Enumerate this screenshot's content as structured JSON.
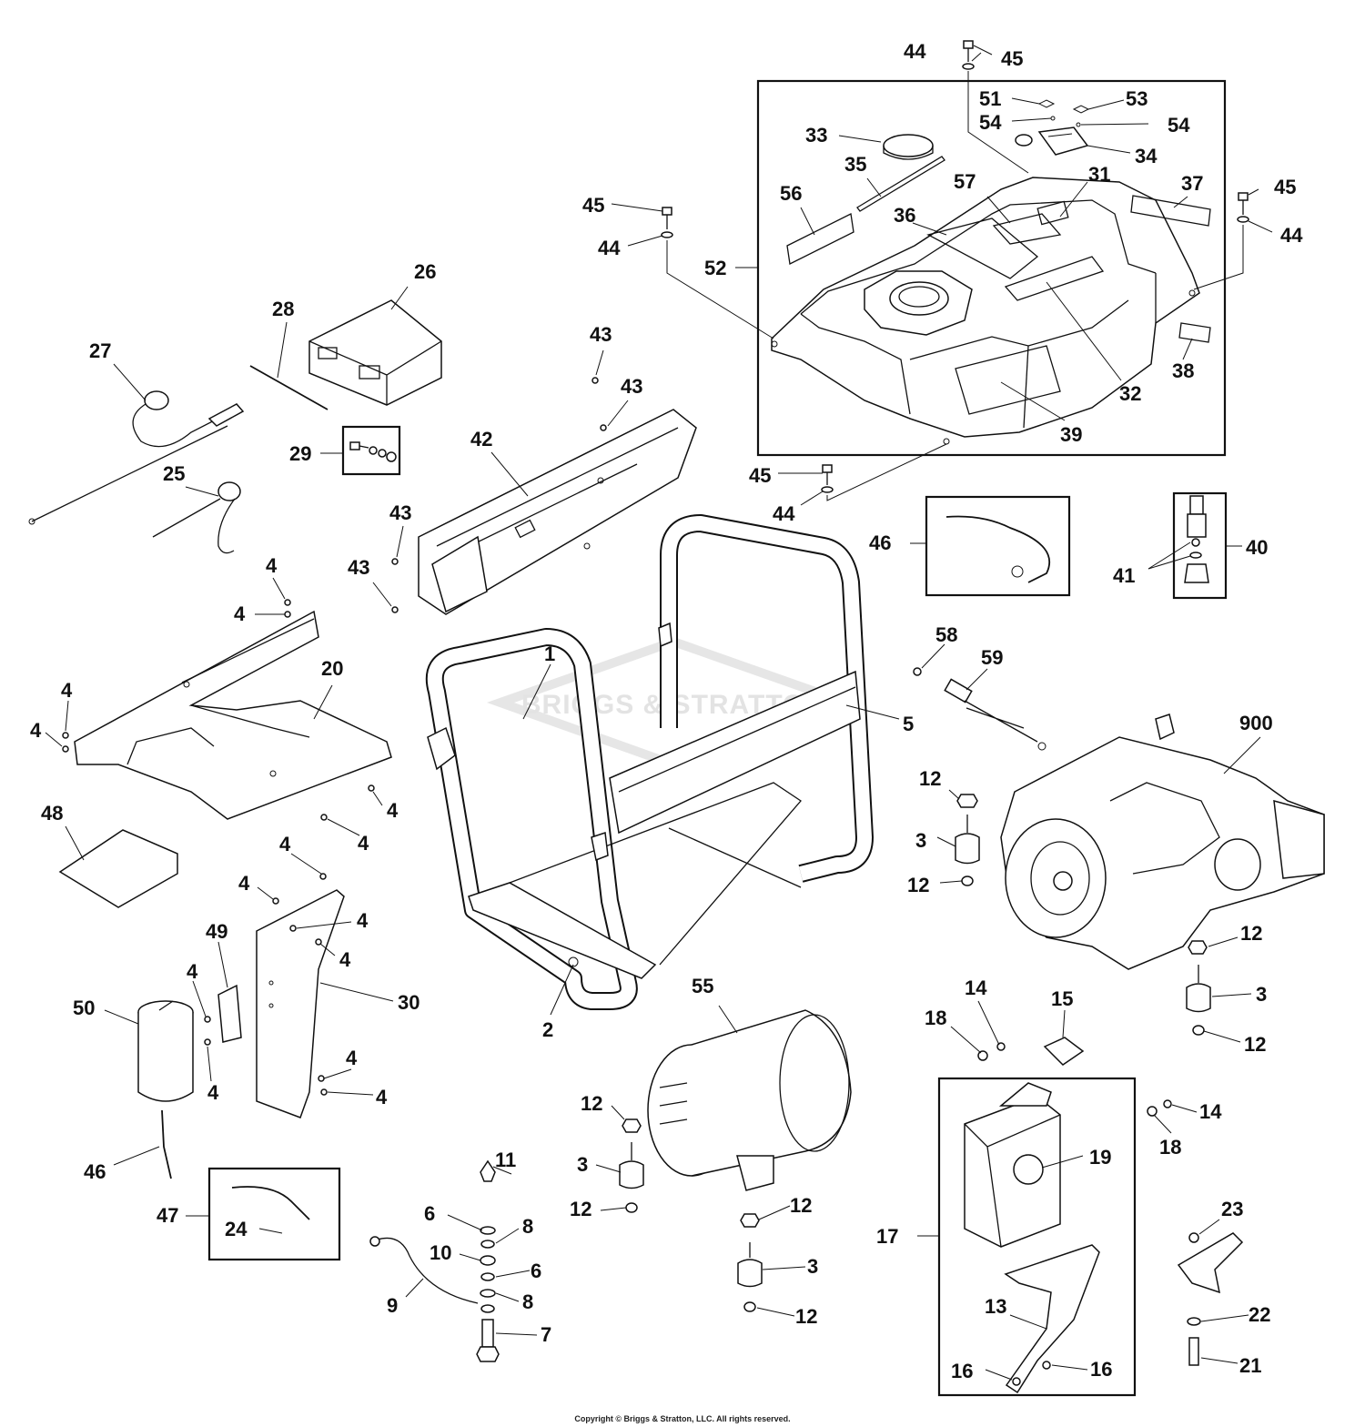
{
  "watermark": "BRIGGS & STRATTON",
  "copyright": "Copyright © Briggs & Stratton, LLC. All rights reserved.",
  "labels": {
    "l1": "1",
    "l2": "2",
    "l3a": "3",
    "l3b": "3",
    "l3c": "3",
    "l3d": "3",
    "l4a": "4",
    "l4b": "4",
    "l4c": "4",
    "l4d": "4",
    "l4e": "4",
    "l4f": "4",
    "l4g": "4",
    "l4h": "4",
    "l4i": "4",
    "l4j": "4",
    "l4k": "4",
    "l4l": "4",
    "l4m": "4",
    "l4n": "4",
    "l5": "5",
    "l6a": "6",
    "l6b": "6",
    "l7": "7",
    "l8a": "8",
    "l8b": "8",
    "l9": "9",
    "l10": "10",
    "l11": "11",
    "l12a": "12",
    "l12b": "12",
    "l12c": "12",
    "l12d": "12",
    "l12e": "12",
    "l12f": "12",
    "l12g": "12",
    "l12h": "12",
    "l13": "13",
    "l14a": "14",
    "l14b": "14",
    "l15": "15",
    "l16a": "16",
    "l16b": "16",
    "l17": "17",
    "l18a": "18",
    "l18b": "18",
    "l19": "19",
    "l20": "20",
    "l21": "21",
    "l22": "22",
    "l23": "23",
    "l24": "24",
    "l25": "25",
    "l26": "26",
    "l27": "27",
    "l28": "28",
    "l29": "29",
    "l30": "30",
    "l31": "31",
    "l32": "32",
    "l33": "33",
    "l34": "34",
    "l35": "35",
    "l36": "36",
    "l37": "37",
    "l38": "38",
    "l39": "39",
    "l40": "40",
    "l41": "41",
    "l42": "42",
    "l43a": "43",
    "l43b": "43",
    "l43c": "43",
    "l43d": "43",
    "l44a": "44",
    "l44b": "44",
    "l44c": "44",
    "l44d": "44",
    "l45a": "45",
    "l45b": "45",
    "l45c": "45",
    "l45d": "45",
    "l46a": "46",
    "l46b": "46",
    "l47": "47",
    "l48": "48",
    "l49": "49",
    "l50": "50",
    "l51": "51",
    "l52": "52",
    "l53": "53",
    "l54a": "54",
    "l54b": "54",
    "l55": "55",
    "l56": "56",
    "l57": "57",
    "l58": "58",
    "l59": "59",
    "l900": "900"
  }
}
